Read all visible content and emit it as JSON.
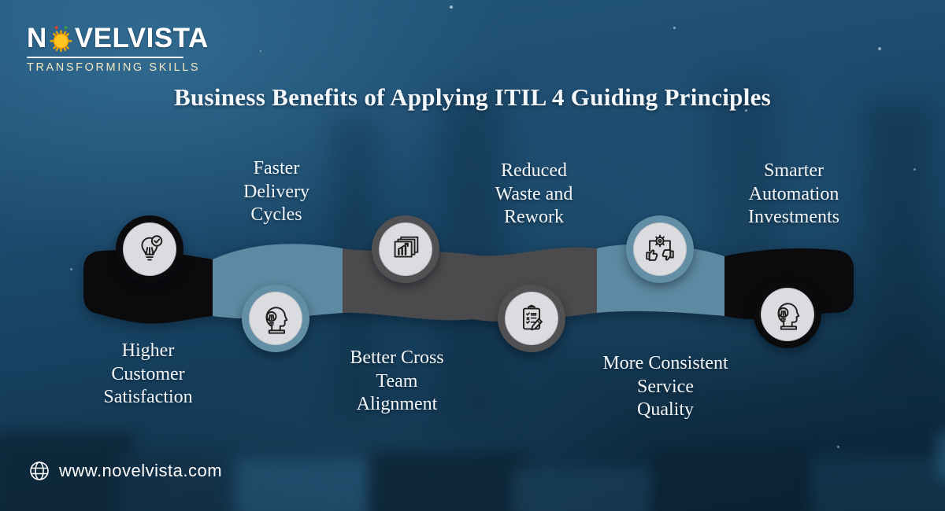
{
  "logo": {
    "prefix": "N",
    "suffix": "VELVISTA",
    "tagline": "TRANSFORMING SKILLS",
    "sun_icon": "sun-gear-icon"
  },
  "title": "Business Benefits of Applying ITIL 4 Guiding Principles",
  "benefits": [
    {
      "label": "Higher\nCustomer\nSatisfaction",
      "icon": "lightbulb-check-icon",
      "node_color": "black",
      "node_position": "top"
    },
    {
      "label": "Faster\nDelivery\nCycles",
      "icon": "head-lightbulb-icon",
      "node_color": "steel-blue",
      "node_position": "bottom"
    },
    {
      "label": "Better Cross\nTeam\nAlignment",
      "icon": "layered-charts-icon",
      "node_color": "gray",
      "node_position": "top"
    },
    {
      "label": "Reduced\nWaste and\nRework",
      "icon": "clipboard-checklist-icon",
      "node_color": "gray",
      "node_position": "bottom"
    },
    {
      "label": "More Consistent\nService\nQuality",
      "icon": "gear-thumbs-icon",
      "node_color": "steel-blue",
      "node_position": "top"
    },
    {
      "label": "Smarter\nAutomation\nInvestments",
      "icon": "head-lightbulb-icon",
      "node_color": "black",
      "node_position": "bottom"
    }
  ],
  "footer": {
    "website": "www.novelvista.com",
    "icon": "globe-icon"
  },
  "colors": {
    "ribbon": {
      "black": "#0b0b0d",
      "steel_blue": "#5d89a2",
      "gray": "#4b4b4d"
    },
    "node_inner": "#dadce0",
    "tagline_gold": "#f1e7c0",
    "background_blue": "#1d4a6e",
    "text_white": "#f4f7f9"
  }
}
